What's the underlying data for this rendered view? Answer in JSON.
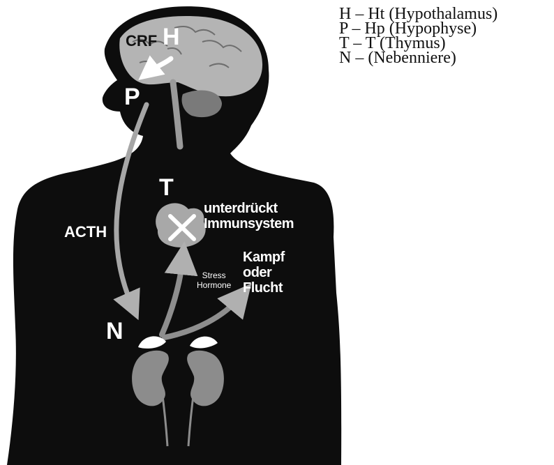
{
  "figure": {
    "organ_labels": {
      "hypothalamus": "H",
      "pituitary": "P",
      "thymus": "T",
      "adrenal": "N"
    },
    "hormones": {
      "crf": "CRF",
      "acth": "ACTH",
      "stress_line1": "Stress",
      "stress_line2": "Hormone"
    },
    "effects": {
      "immune_line1": "unterdrückt",
      "immune_line2": "Immunsystem",
      "fight_line1": "Kampf",
      "fight_line2": "oder",
      "fight_line3": "Flucht"
    }
  },
  "legend": [
    "H – Ht (Hypothalamus)",
    "P – Hp (Hypophyse)",
    "T – T (Thymus)",
    "N – (Nebenniere)"
  ],
  "colors": {
    "silhouette": "#0d0d0d",
    "brain": "#b4b4b4",
    "organ": "#909090",
    "arrow": "#a6a6a6",
    "text": "#ffffff"
  }
}
